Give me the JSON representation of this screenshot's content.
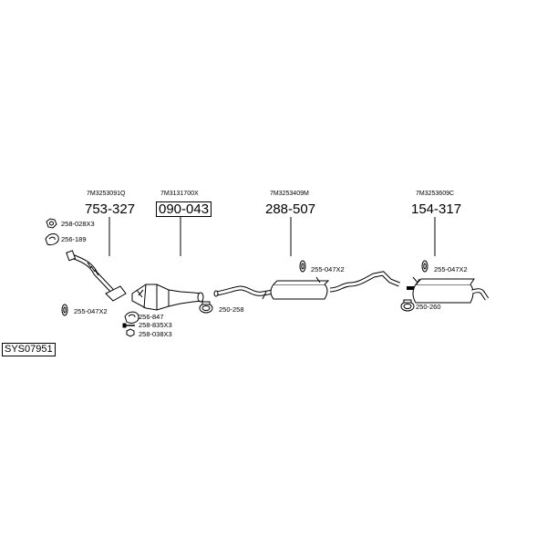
{
  "system_code": "SYS07951",
  "parts": [
    {
      "oem": "7M3253091Q",
      "number": "753-327"
    },
    {
      "oem": "7M3131700X",
      "number": "090-043"
    },
    {
      "oem": "7M3253409M",
      "number": "288-507"
    },
    {
      "oem": "7M3253609C",
      "number": "154-317"
    }
  ],
  "accessories": {
    "a1": "258-028X3",
    "a2": "256-189",
    "a3": "255-047X2",
    "a4": "256-847",
    "a5": "258-835X3",
    "a6": "258-038X3",
    "a7": "250-258",
    "a8": "255-047X2",
    "a9": "255-047X2",
    "a10": "250-260"
  }
}
